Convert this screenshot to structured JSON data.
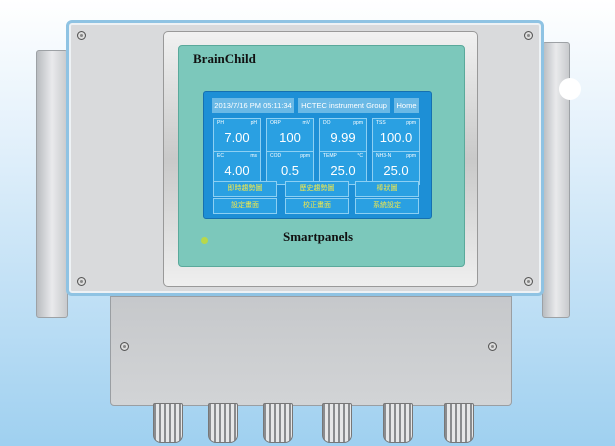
{
  "device": {
    "brand": "BrainChild",
    "model_label": "Smartpanels"
  },
  "screen": {
    "datetime": "2013/7/16 PM 05:11:34",
    "company": "HCTEC instrument Group",
    "home_label": "Home",
    "readings": [
      {
        "name": "PH",
        "unit": "pH",
        "value": "7.00"
      },
      {
        "name": "ORP",
        "unit": "mV",
        "value": "100"
      },
      {
        "name": "DO",
        "unit": "ppm",
        "value": "9.99"
      },
      {
        "name": "TSS",
        "unit": "ppm",
        "value": "100.0"
      },
      {
        "name": "EC",
        "unit": "ms",
        "value": "4.00"
      },
      {
        "name": "COD",
        "unit": "ppm",
        "value": "0.5"
      },
      {
        "name": "TEMP",
        "unit": "°C",
        "value": "25.0"
      },
      {
        "name": "NH3-N",
        "unit": "ppm",
        "value": "25.0"
      }
    ],
    "buttons": [
      "即時趨勢圖",
      "歷史趨勢圖",
      "棒狀圖",
      "設定畫面",
      "校正畫面",
      "系統設定"
    ]
  },
  "colors": {
    "screen": "#1d8fd6",
    "panel": "#7cc8bb",
    "button_text": "#f2e84a",
    "led": "#b8d84a"
  }
}
